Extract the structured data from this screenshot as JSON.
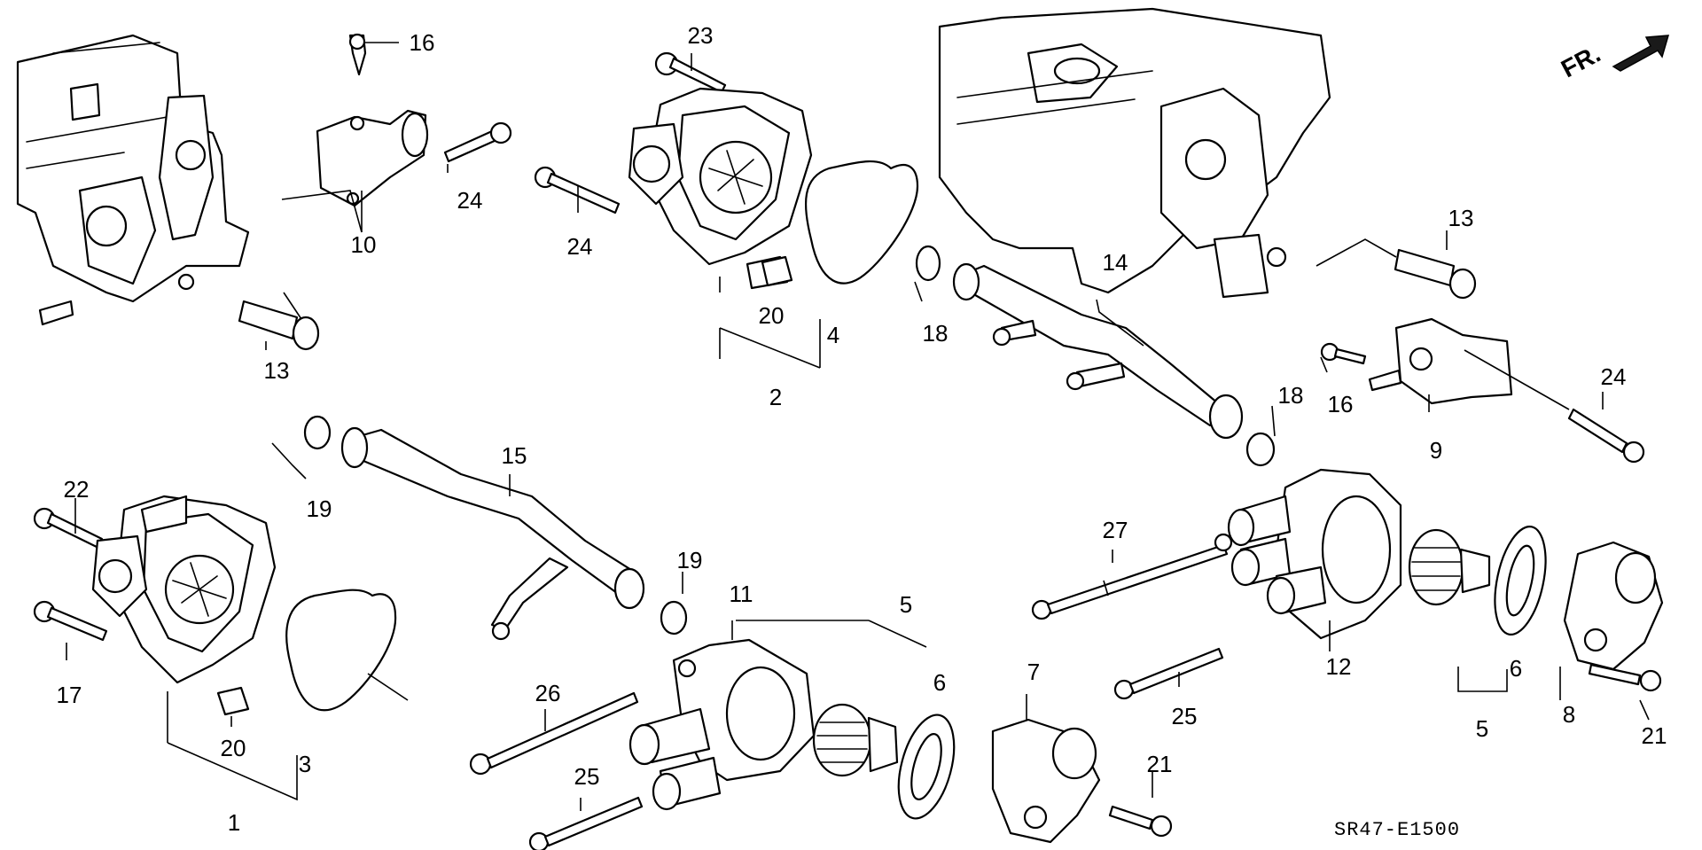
{
  "diagram_code": "SR47-E1500",
  "direction_label": "FR.",
  "callouts": {
    "c1": "1",
    "c2": "2",
    "c3": "3",
    "c4": "4",
    "c5a": "5",
    "c5b": "5",
    "c6a": "6",
    "c6b": "6",
    "c7": "7",
    "c8": "8",
    "c9": "9",
    "c10": "10",
    "c11": "11",
    "c12": "12",
    "c13a": "13",
    "c13b": "13",
    "c14": "14",
    "c15": "15",
    "c16a": "16",
    "c16b": "16",
    "c17": "17",
    "c18a": "18",
    "c18b": "18",
    "c19a": "19",
    "c19b": "19",
    "c20a": "20",
    "c20b": "20",
    "c21a": "21",
    "c21b": "21",
    "c22": "22",
    "c23": "23",
    "c24a": "24",
    "c24b": "24",
    "c24c": "24",
    "c25a": "25",
    "c25b": "25",
    "c26": "26",
    "c27": "27"
  }
}
